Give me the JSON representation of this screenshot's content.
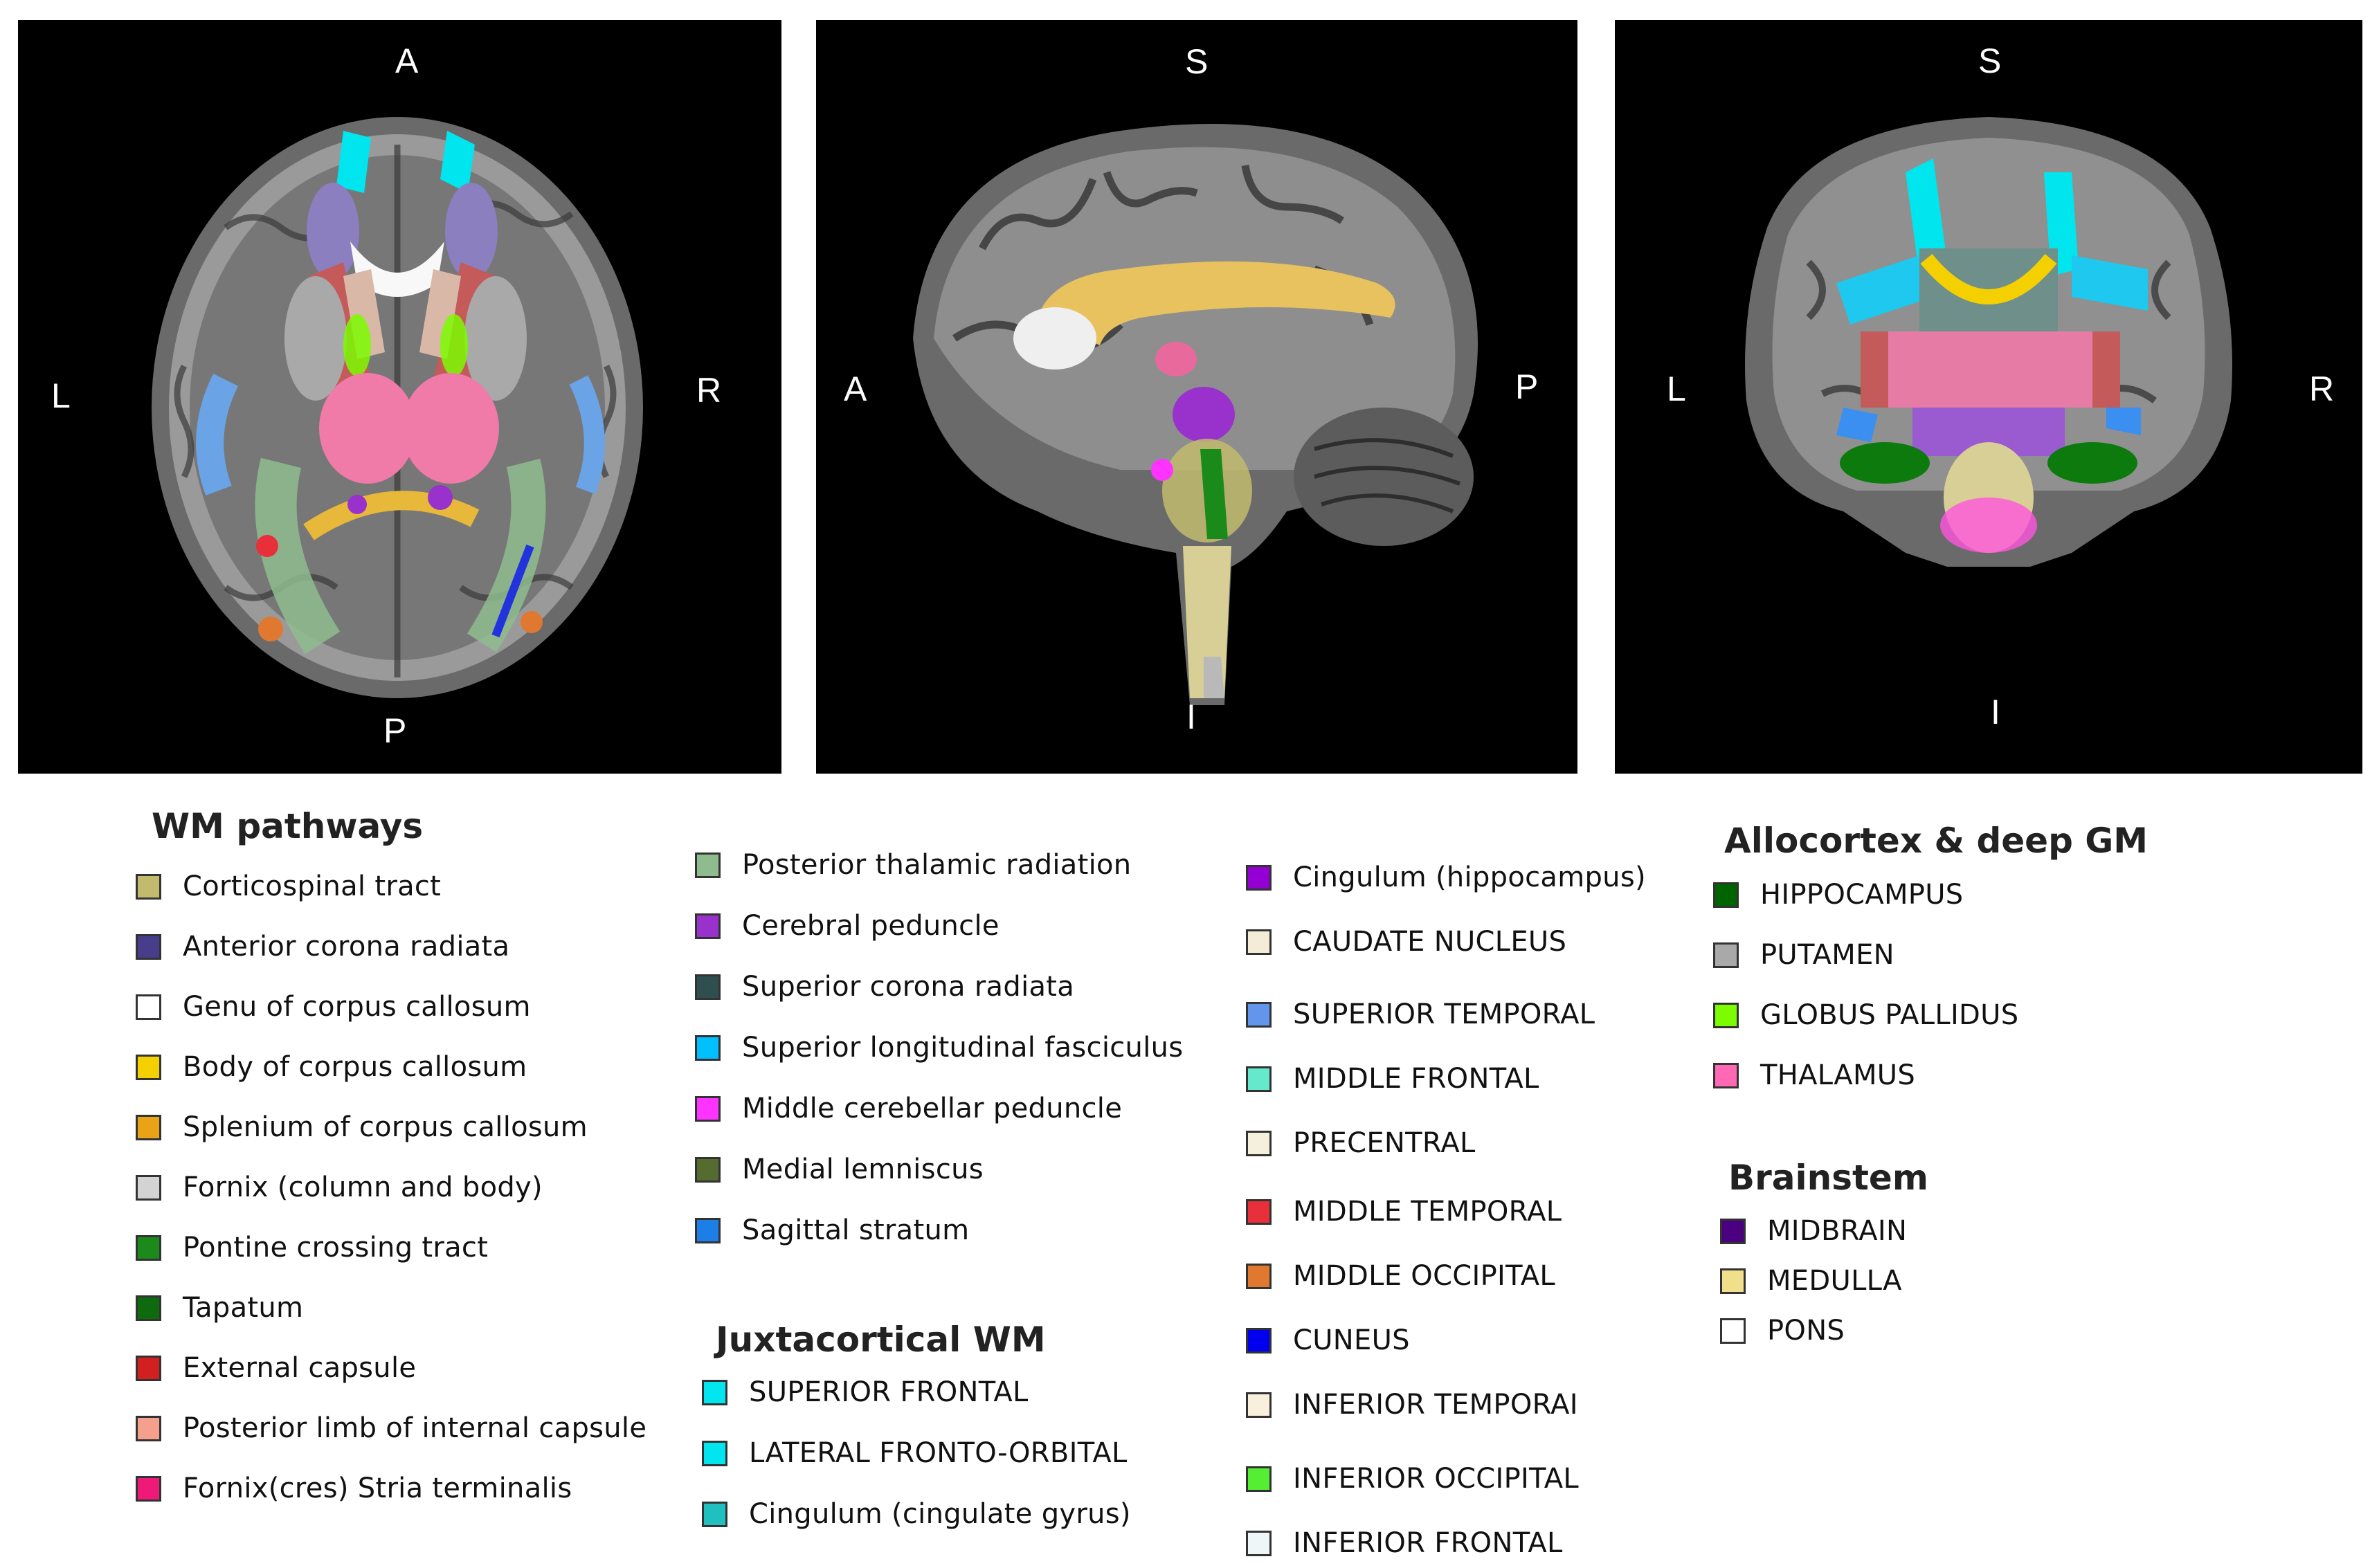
{
  "panels": {
    "axial": {
      "labels": {
        "top": "A",
        "bottom": "P",
        "left": "L",
        "right": "R"
      }
    },
    "sagittal": {
      "labels": {
        "top": "S",
        "bottom": "I",
        "left": "A",
        "right": "P"
      }
    },
    "coronal": {
      "labels": {
        "top": "S",
        "bottom": "I",
        "left": "L",
        "right": "R"
      }
    }
  },
  "legend": {
    "wm_pathways": {
      "heading": "WM pathways",
      "items": [
        {
          "label": "Corticospinal tract",
          "color": "#c2bb6e"
        },
        {
          "label": "Anterior corona radiata",
          "color": "#483d8b"
        },
        {
          "label": "Genu of corpus callosum",
          "color": "#ffffff"
        },
        {
          "label": "Body of corpus callosum",
          "color": "#f5d000"
        },
        {
          "label": "Splenium of corpus callosum",
          "color": "#e8a317"
        },
        {
          "label": "Fornix (column and body)",
          "color": "#d3d3d3"
        },
        {
          "label": "Pontine crossing tract",
          "color": "#1a8a1a"
        },
        {
          "label": "Tapatum",
          "color": "#0d6b0d"
        },
        {
          "label": "External capsule",
          "color": "#d22020"
        },
        {
          "label": "Posterior limb of internal capsule",
          "color": "#f4a08c"
        },
        {
          "label": "Fornix(cres) Stria terminalis",
          "color": "#ee1a7a"
        },
        {
          "label": "Posterior thalamic radiation",
          "color": "#8fbc8f"
        },
        {
          "label": "Cerebral peduncle",
          "color": "#9932cc"
        },
        {
          "label": "Superior corona radiata",
          "color": "#2f4f4f"
        },
        {
          "label": "Superior longitudinal fasciculus",
          "color": "#00bfff"
        },
        {
          "label": "Middle cerebellar peduncle",
          "color": "#ff33ff"
        },
        {
          "label": "Medial lemniscus",
          "color": "#556b2f"
        },
        {
          "label": "Sagittal stratum",
          "color": "#1e7ee8"
        }
      ]
    },
    "juxtacortical_wm": {
      "heading": "Juxtacortical WM",
      "items": [
        {
          "label": "SUPERIOR FRONTAL",
          "color": "#00e5ee"
        },
        {
          "label": "LATERAL FRONTO-ORBITAL",
          "color": "#00e5ee"
        },
        {
          "label": "Cingulum (cingulate gyrus)",
          "color": "#20c0c0"
        },
        {
          "label": "Cingulum (hippocampus)",
          "color": "#9400d3"
        },
        {
          "label": "CAUDATE NUCLEUS",
          "color": "#f5ecd8"
        },
        {
          "label": "SUPERIOR TEMPORAL",
          "color": "#6495ed"
        },
        {
          "label": "MIDDLE FRONTAL",
          "color": "#66e8cc"
        },
        {
          "label": "PRECENTRAL",
          "color": "#f5f0dc"
        },
        {
          "label": "MIDDLE TEMPORAL",
          "color": "#e8303a"
        },
        {
          "label": "MIDDLE OCCIPITAL",
          "color": "#e07830"
        },
        {
          "label": "CUNEUS",
          "color": "#0000ee"
        },
        {
          "label": "INFERIOR TEMPORAI",
          "color": "#f8f0dc"
        },
        {
          "label": "INFERIOR OCCIPITAL",
          "color": "#55ee33"
        },
        {
          "label": "INFERIOR FRONTAL",
          "color": "#eef6f8"
        }
      ]
    },
    "allocortex": {
      "heading": "Allocortex & deep GM",
      "items": [
        {
          "label": "HIPPOCAMPUS",
          "color": "#006400"
        },
        {
          "label": "PUTAMEN",
          "color": "#a9a9a9"
        },
        {
          "label": "GLOBUS PALLIDUS",
          "color": "#7cfc00"
        },
        {
          "label": "THALAMUS",
          "color": "#ff69b4"
        }
      ]
    },
    "brainstem": {
      "heading": "Brainstem",
      "items": [
        {
          "label": "MIDBRAIN",
          "color": "#4b0082"
        },
        {
          "label": "MEDULLA",
          "color": "#f0e08c"
        },
        {
          "label": "PONS",
          "color": "#ffffff"
        }
      ]
    }
  }
}
